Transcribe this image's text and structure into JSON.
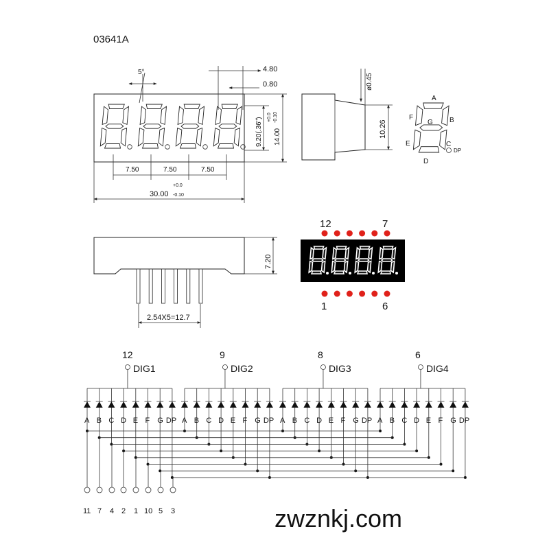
{
  "part_number": "03641A",
  "watermark": "zwznkj.com",
  "front_view": {
    "angle": "5°",
    "pitch_labels": [
      "7.50",
      "7.50",
      "7.50"
    ],
    "width": "30.00",
    "width_tol_plus": "+0.0",
    "width_tol_minus": "-0.10",
    "digit_height": "9.20(.36\")",
    "height": "14.00",
    "height_tol_plus": "+0.0",
    "height_tol_minus": "-0.10",
    "dim_480": "4.80",
    "dim_080": "0.80"
  },
  "side_view": {
    "pin_dia": "ø0.45",
    "body_height": "10.26"
  },
  "segment_legend": {
    "labels": [
      "A",
      "B",
      "C",
      "D",
      "E",
      "F",
      "G",
      "DP"
    ]
  },
  "bottom_view": {
    "thickness": "7.20",
    "pin_pitch": "2.54X5=12.7"
  },
  "pinout": {
    "top_left": "12",
    "top_right": "7",
    "bottom_left": "1",
    "bottom_right": "6",
    "dot_color": "#e0211a"
  },
  "schematic": {
    "digits": [
      {
        "pin": "12",
        "name": "DIG1"
      },
      {
        "pin": "9",
        "name": "DIG2"
      },
      {
        "pin": "8",
        "name": "DIG3"
      },
      {
        "pin": "6",
        "name": "DIG4"
      }
    ],
    "segment_labels": [
      "A",
      "B",
      "C",
      "D",
      "E",
      "F",
      "G",
      "DP"
    ],
    "segment_pins": [
      "11",
      "7",
      "4",
      "2",
      "1",
      "10",
      "5",
      "3"
    ]
  }
}
